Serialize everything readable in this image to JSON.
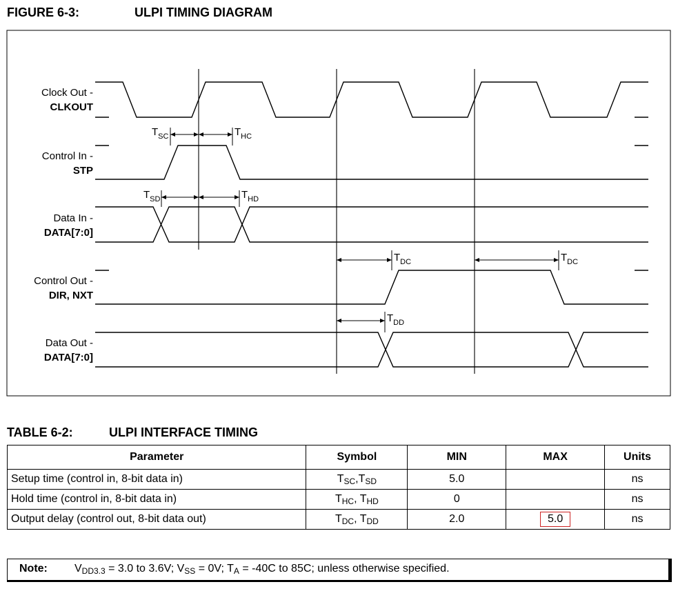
{
  "figure": {
    "number": "FIGURE 6-3:",
    "title": "ULPI TIMING DIAGRAM",
    "signals": [
      {
        "name": "Clock Out -",
        "id": "CLKOUT"
      },
      {
        "name": "Control In -",
        "id": "STP"
      },
      {
        "name": "Data In -",
        "id": "DATA[7:0]"
      },
      {
        "name": "Control Out -",
        "id": "DIR, NXT"
      },
      {
        "name": "Data Out -",
        "id": "DATA[7:0]"
      }
    ],
    "timing_labels": {
      "tsc": {
        "main": "T",
        "sub": "SC"
      },
      "thc": {
        "main": "T",
        "sub": "HC"
      },
      "tsd": {
        "main": "T",
        "sub": "SD"
      },
      "thd": {
        "main": "T",
        "sub": "HD"
      },
      "tdc1": {
        "main": "T",
        "sub": "DC"
      },
      "tdc2": {
        "main": "T",
        "sub": "DC"
      },
      "tdd": {
        "main": "T",
        "sub": "DD"
      }
    }
  },
  "table": {
    "number": "TABLE 6-2:",
    "title": "ULPI INTERFACE TIMING",
    "headers": [
      "Parameter",
      "Symbol",
      "MIN",
      "MAX",
      "Units"
    ],
    "rows": [
      {
        "parameter": "Setup time (control in, 8-bit data in)",
        "sym1": "T",
        "sub1": "SC",
        "sep": ",",
        "sym2": "T",
        "sub2": "SD",
        "min": "5.0",
        "max": "",
        "units": "ns"
      },
      {
        "parameter": "Hold time (control in, 8-bit data in)",
        "sym1": "T",
        "sub1": "HC",
        "sep": ", ",
        "sym2": "T",
        "sub2": "HD",
        "min": "0",
        "max": "",
        "units": "ns"
      },
      {
        "parameter": "Output delay (control out, 8-bit data out)",
        "sym1": "T",
        "sub1": "DC",
        "sep": ", ",
        "sym2": "T",
        "sub2": "DD",
        "min": "2.0",
        "max": "5.0",
        "units": "ns"
      }
    ]
  },
  "note": {
    "label": "Note:",
    "p1": "V",
    "s1": "DD3.3",
    "p2": " = 3.0 to 3.6V; V",
    "s2": "SS",
    "p3": " = 0V; T",
    "s3": "A",
    "p4": " = -40C to 85C; unless otherwise specified."
  },
  "colors": {
    "highlight": "#cc2222"
  }
}
